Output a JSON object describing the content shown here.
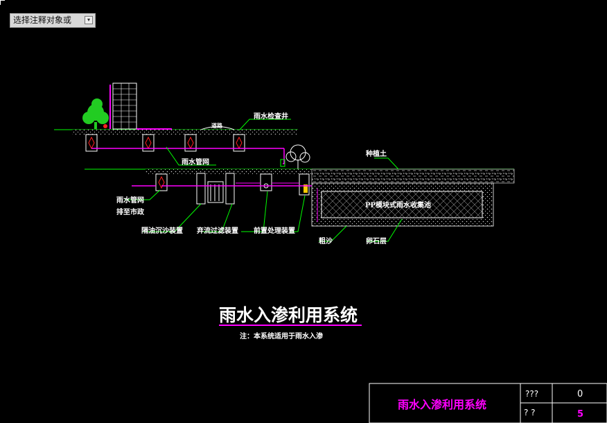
{
  "toolbar": {
    "dropdown_label": "选择注释对象或"
  },
  "drawing": {
    "labels": {
      "inspection_well": "雨水检查井",
      "road": "道路",
      "pipe_network_upper": "雨水管网",
      "planting_soil": "种植土",
      "pipe_network_left": "雨水管网",
      "to_municipal": "排至市政",
      "tank": "PP模块式雨水收集池",
      "oil_sand_separator": "隔油沉沙装置",
      "discard_filter": "弃流过滤装置",
      "pretreatment": "前置处理装置",
      "coarse_sand": "粗沙",
      "pebble_layer": "卵石层"
    },
    "title": "雨水入渗利用系统",
    "note": "注：本系统适用于雨水入渗"
  },
  "title_block": {
    "name": "雨水入渗利用系统",
    "cell_top_label": "???",
    "cell_top_value": "0",
    "cell_bottom_label": "?  ?",
    "cell_bottom_value": "5"
  },
  "colors": {
    "magenta": "#ff00ff",
    "green": "#00ff00",
    "white": "#ffffff",
    "red": "#ff2020",
    "yellow": "#ffcc00",
    "tree_green": "#22cc22"
  }
}
